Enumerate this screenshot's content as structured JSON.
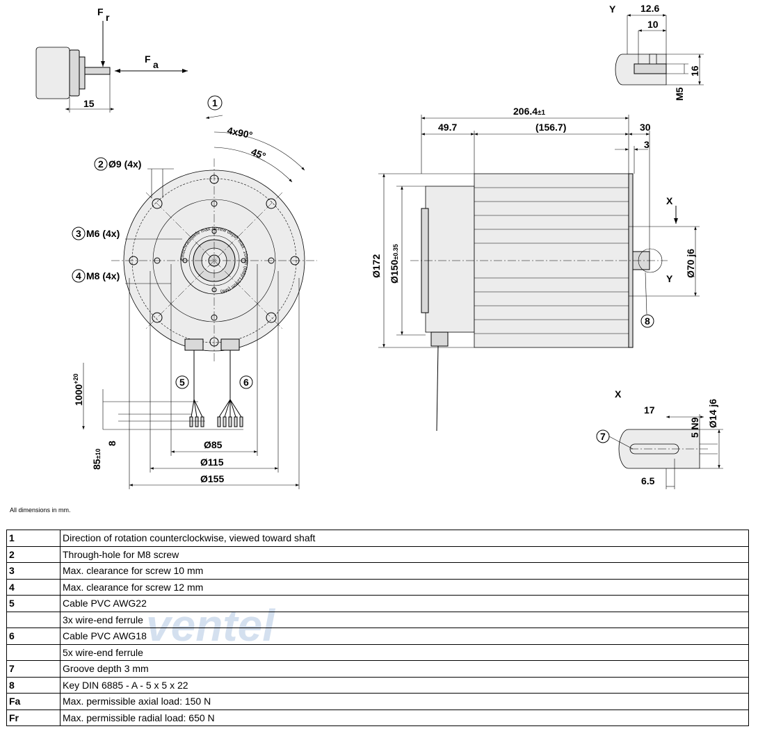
{
  "drawing": {
    "force_labels": {
      "fr_main": "F",
      "fr_sub": "r",
      "fa_main": "F",
      "fa_sub": "a"
    },
    "dims": {
      "d15": "15",
      "rot_4x90": "4x90°",
      "rot_45": "45°",
      "c1": "1",
      "c2": "2",
      "c3": "3",
      "c4": "4",
      "c5": "5",
      "c6": "6",
      "c7": "7",
      "c8": "8",
      "d9": "Ø9 (4x)",
      "m6": "M6 (4x)",
      "m8": "M8 (4x)",
      "cable_len": "1000",
      "cable_tol": "+20",
      "ferrule_8": "8",
      "d85_10": "85",
      "d85_tol": "±10",
      "dia85": "Ø85",
      "dia115": "Ø115",
      "dia155": "Ø155",
      "len206": "206.4",
      "len206_tol": "±1",
      "len49": "49.7",
      "len156": "(156.7)",
      "len30": "30",
      "len3": "3",
      "dia172": "Ø172",
      "dia150": "Ø150",
      "dia150_tol": "±0.35",
      "dia70": "Ø70 j6",
      "view_x": "X",
      "view_y": "Y",
      "view_y2": "Y",
      "view_x2": "X",
      "y126": "12.6",
      "y10": "10",
      "y16": "16",
      "ym5": "M5",
      "x17": "17",
      "x5n9": "5 N9",
      "x14": "Ø14 j6",
      "x65": "6.5",
      "face_text": "Einschraubtiefe max./screw depth max. 10mm (M8)/12mm (M6)"
    }
  },
  "note": "All dimensions in mm.",
  "legend": [
    {
      "key": "1",
      "text": "Direction of rotation counterclockwise, viewed toward shaft"
    },
    {
      "key": "2",
      "text": "Through-hole for M8 screw"
    },
    {
      "key": "3",
      "text": "Max. clearance for screw 10 mm"
    },
    {
      "key": "4",
      "text": "Max. clearance for screw 12 mm"
    },
    {
      "key": "5",
      "text": "Cable PVC AWG22"
    },
    {
      "key": "",
      "text": "3x wire-end ferrule"
    },
    {
      "key": "6",
      "text": "Cable PVC AWG18"
    },
    {
      "key": "",
      "text": "5x wire-end ferrule"
    },
    {
      "key": "7",
      "text": "Groove depth 3 mm"
    },
    {
      "key": "8",
      "text": "Key DIN 6885 - A - 5 x 5 x 22"
    },
    {
      "key": "Fa",
      "text": "Max. permissible axial load: 150 N"
    },
    {
      "key": "Fr",
      "text": "Max. permissible radial load: 650 N"
    }
  ],
  "watermark": "ventel"
}
